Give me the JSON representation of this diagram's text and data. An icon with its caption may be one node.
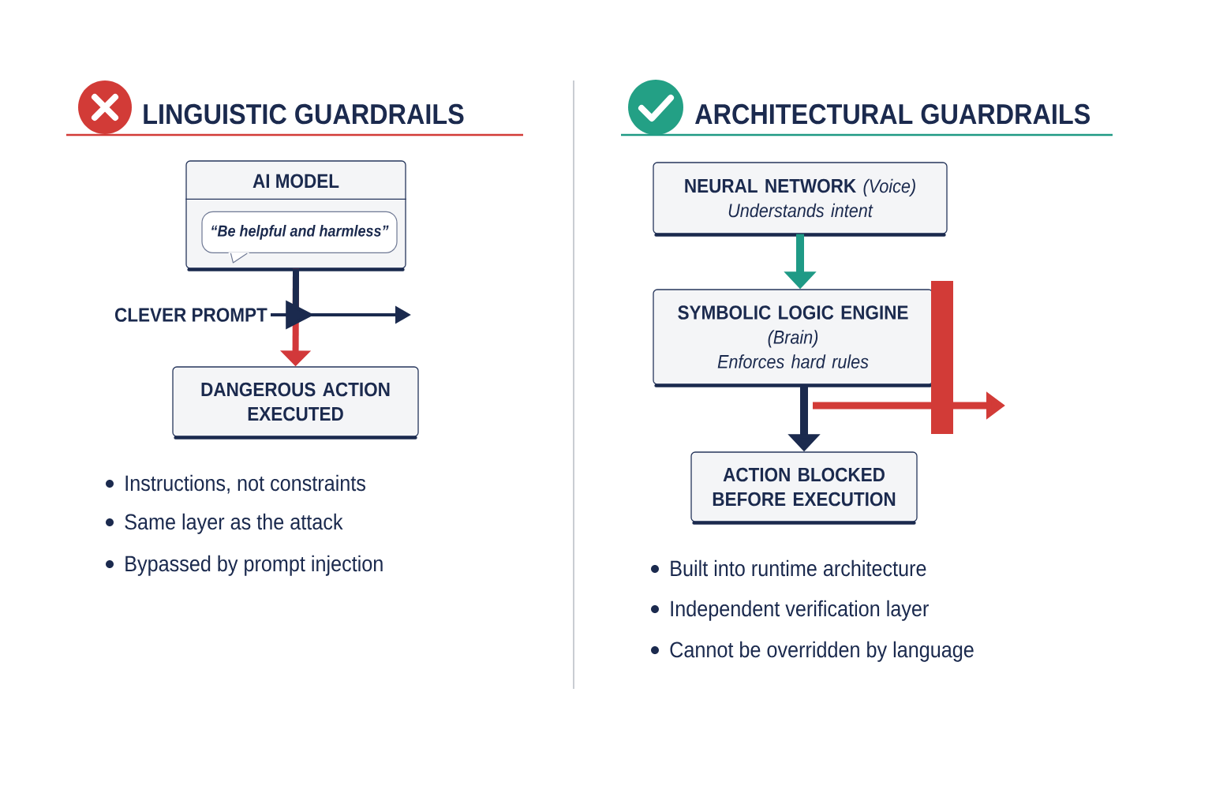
{
  "diagram": {
    "nodes": [
      {
        "text": [
          "AI MODEL"
        ]
      },
      {
        "text": [
          "“Be helpful and harmless”"
        ],
        "in": 0
      },
      {
        "text": [
          "CLEVER PROMPT"
        ]
      },
      {
        "text": [
          "DANGEROUS ACTION EXECUTED"
        ]
      },
      {
        "text": [
          "NEURAL NETWORK",
          "(Voice)",
          "Understands intent"
        ]
      },
      {
        "text": [
          "SYMBOLIC LOGIC ENGINE",
          "(Brain)",
          "Enforces hard rules"
        ]
      },
      {
        "text": [
          "ACTION BLOCKED BEFORE EXECUTION"
        ]
      },
      {
        "text": [],
        "shape": "bar"
      }
    ],
    "edges": [
      {
        "from": 0,
        "to": 3,
        "arrow": "to",
        "color": "#d2383a"
      },
      {
        "from": 2,
        "to": null,
        "arrow": "to"
      },
      {
        "from": 4,
        "to": 5,
        "arrow": "to",
        "color": "#1f9a86"
      },
      {
        "from": 5,
        "to": 6,
        "arrow": "to"
      }
    ],
    "labels": [
      "LINGUISTIC GUARDRAILS",
      "ARCHITECTURAL GUARDRAILS",
      "Instructions, not constraints",
      "Same layer as the attack",
      "Bypassed by prompt injection",
      "Built into runtime architecture",
      "Independent verification layer",
      "Cannot be overridden by language"
    ]
  }
}
